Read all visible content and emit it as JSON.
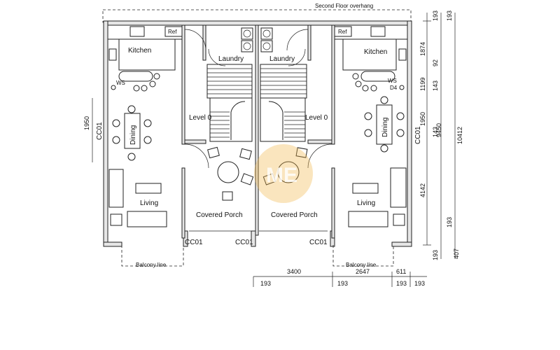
{
  "labels": {
    "overhang": "Second Floor overhang",
    "kitchen_l": "Kitchen",
    "kitchen_r": "Kitchen",
    "laundry_l": "Laundry",
    "laundry_r": "Laundry",
    "ref_l": "Ref",
    "ref_r": "Ref",
    "ws_l": "WS",
    "ws_r": "WS",
    "dw_r": "D4",
    "dining_l": "Dining",
    "dining_r": "Dining",
    "living_l": "Living",
    "living_r": "Living",
    "level_l": "Level 0",
    "level_r": "Level 0",
    "porch_l": "Covered Porch",
    "porch_r": "Covered Porch",
    "balcony_l": "Balcony line",
    "balcony_r": "Balcony line",
    "cc01_a": "CC01",
    "cc01_b": "CC01",
    "cc01_c": "CC01",
    "cc01_d": "CC01",
    "cc01_e": "CC01"
  },
  "dimensions": {
    "left_1950": "1950",
    "right_193a": "193",
    "right_193b": "193",
    "right_1874": "1874",
    "right_92": "92",
    "right_1199": "1199",
    "right_143a": "143",
    "right_1950": "1950",
    "right_143b": "143",
    "right_9450": "9450",
    "right_10412": "10412",
    "right_4142": "4142",
    "right_193c": "193",
    "right_193d": "193",
    "right_407": "407",
    "bottom_3400": "3400",
    "bottom_2647": "2647",
    "bottom_611": "611",
    "bottom_193a": "193",
    "bottom_193b": "193",
    "bottom_193c": "193",
    "bottom_193d": "193"
  },
  "watermark": "ME",
  "colors": {
    "wall_fill": "#e6e6e6",
    "line": "#222222",
    "watermark": "#f2b544"
  }
}
